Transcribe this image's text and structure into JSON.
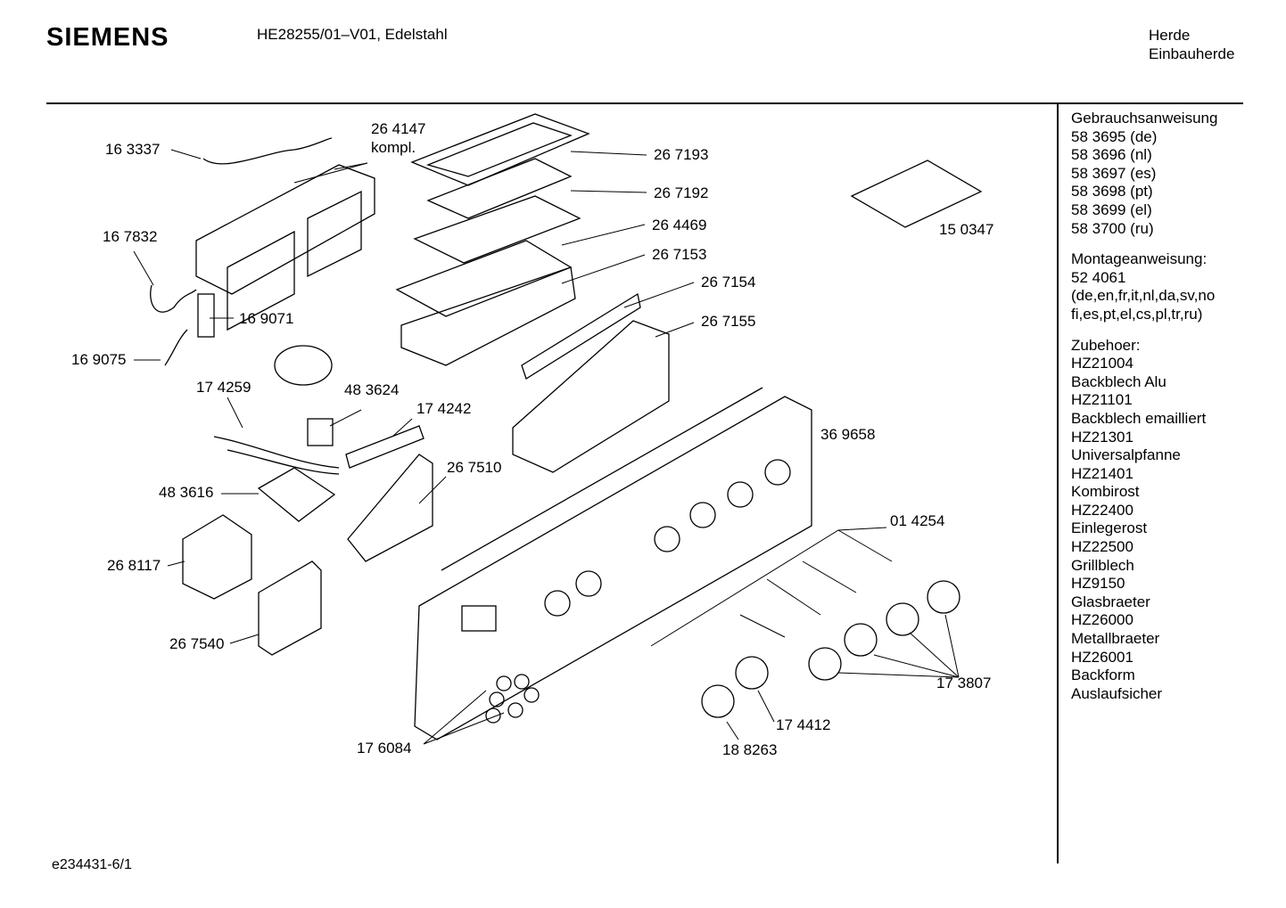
{
  "header": {
    "brand": "SIEMENS",
    "model": "HE28255/01–V01, Edelstahl",
    "category": [
      "Herde",
      "Einbauherde"
    ]
  },
  "sidebar": {
    "manual_title": "Gebrauchsanweisung",
    "manuals": [
      "58 3695 (de)",
      "58 3696 (nl)",
      "58 3697 (es)",
      "58 3698 (pt)",
      "58 3699 (el)",
      "58 3700 (ru)"
    ],
    "assembly_title": "Montageanweisung:",
    "assembly_number": "52 4061",
    "assembly_langs": [
      "(de,en,fr,it,nl,da,sv,no",
      "fi,es,pt,el,cs,pl,tr,ru)"
    ],
    "accessories_title": "Zubehoer:",
    "accessories": [
      "HZ21004",
      "Backblech Alu",
      "HZ21101",
      "Backblech emailliert",
      "HZ21301",
      "Universalpfanne",
      "HZ21401",
      "Kombirost",
      "HZ22400",
      "Einlegerost",
      "HZ22500",
      "Grillblech",
      "HZ9150",
      "Glasbraeter",
      "HZ26000",
      "Metallbraeter",
      "HZ26001",
      "Backform",
      "Auslaufsicher"
    ]
  },
  "parts": {
    "p163337": "16 3337",
    "p264147": "26 4147",
    "p264147_note": "kompl.",
    "p267193": "26 7193",
    "p267192": "26 7192",
    "p264469": "26 4469",
    "p267153": "26 7153",
    "p167832": "16 7832",
    "p169071": "16 9071",
    "p169075": "16 9075",
    "p267154": "26 7154",
    "p267155": "26 7155",
    "p150347": "15 0347",
    "p174259": "17 4259",
    "p483624": "48 3624",
    "p174242": "17 4242",
    "p369658": "36 9658",
    "p267510": "26 7510",
    "p483616": "48 3616",
    "p014254": "01 4254",
    "p268117": "26 8117",
    "p267540": "26 7540",
    "p173807": "17 3807",
    "p174412": "17 4412",
    "p176084": "17 6084",
    "p188263": "18 8263"
  },
  "footer": {
    "drawing_id": "e234431-6/1"
  }
}
